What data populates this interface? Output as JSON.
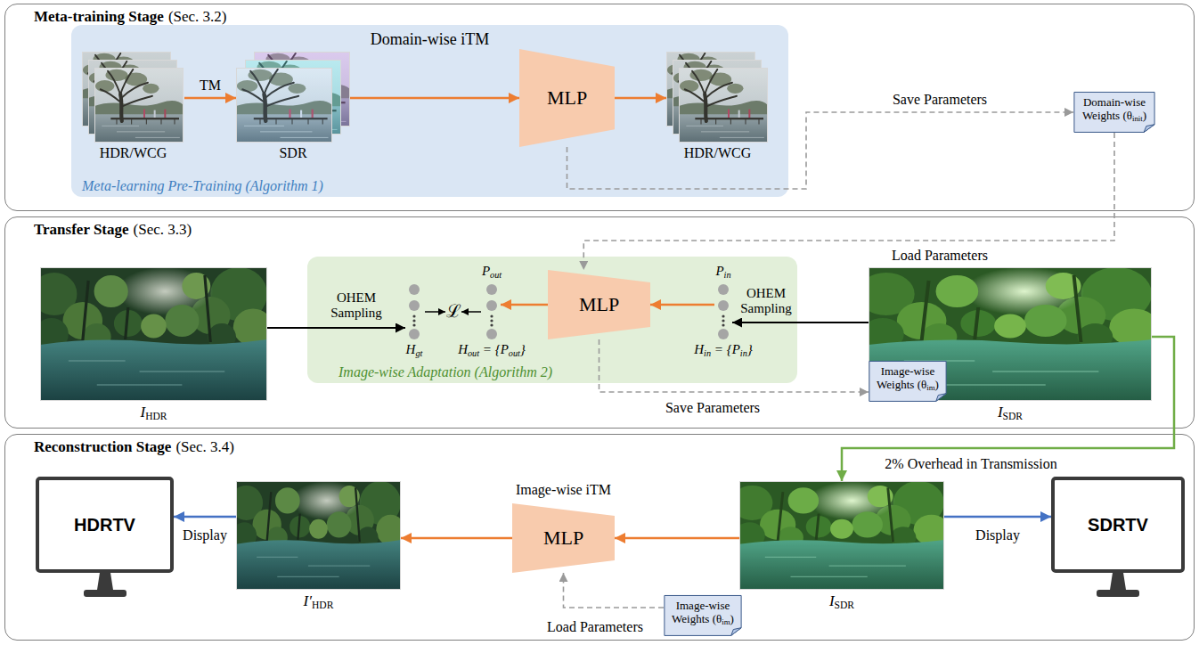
{
  "diagram": {
    "nodes": [
      {
        "text": [
          "Meta-training Stage",
          "(Sec. 3.2)"
        ]
      },
      {
        "text": [
          "Domain-wise iTM",
          "Meta-learning Pre-Training (Algorithm 1)"
        ],
        "in": 0
      },
      {
        "text": [
          "HDR/WCG"
        ],
        "in": 1
      },
      {
        "text": [
          "SDR"
        ],
        "in": 1
      },
      {
        "text": [
          "MLP"
        ],
        "in": 1
      },
      {
        "text": [
          "HDR/WCG"
        ],
        "in": 1
      },
      {
        "text": [
          "Domain-wise Weights (θinit)"
        ],
        "in": 0
      },
      {
        "text": [
          "Transfer Stage",
          "(Sec. 3.3)"
        ]
      },
      {
        "text": [
          "IHDR"
        ],
        "in": 7
      },
      {
        "text": [
          "Image-wise Adaptation (Algorithm 2)"
        ],
        "in": 7
      },
      {
        "text": [
          "Hgt"
        ],
        "in": 9
      },
      {
        "text": [
          "Pout",
          "Hout = {Pout}"
        ],
        "in": 9
      },
      {
        "text": [
          "MLP"
        ],
        "in": 9
      },
      {
        "text": [
          "Pin",
          "Hin = {Pin}"
        ],
        "in": 9
      },
      {
        "text": [
          "ISDR"
        ],
        "in": 7
      },
      {
        "text": [
          "Image-wise Weights (θim)"
        ],
        "in": 7
      },
      {
        "text": [
          "Reconstruction Stage",
          "(Sec. 3.4)"
        ]
      },
      {
        "text": [
          "HDRTV"
        ],
        "in": 16
      },
      {
        "text": [
          "I′HDR"
        ],
        "in": 16
      },
      {
        "text": [
          "Image-wise iTM",
          "MLP"
        ],
        "in": 16
      },
      {
        "text": [
          "ISDR"
        ],
        "in": 16
      },
      {
        "text": [
          "Image-wise Weights (θim)"
        ],
        "in": 16
      },
      {
        "text": [
          "SDRTV"
        ],
        "in": 16
      }
    ],
    "edges": [
      {
        "from": 2,
        "to": 3,
        "arrow": "to",
        "label": "TM"
      },
      {
        "from": 3,
        "to": 4,
        "arrow": "to"
      },
      {
        "from": 4,
        "to": 5,
        "arrow": "to"
      },
      {
        "from": 4,
        "to": 6,
        "arrow": "to",
        "label": "Save Parameters"
      },
      {
        "from": 6,
        "to": 12,
        "arrow": "to",
        "label": "Load Parameters"
      },
      {
        "from": 8,
        "to": 10,
        "arrow": "to",
        "label": "OHEM Sampling"
      },
      {
        "from": 12,
        "to": 11,
        "arrow": "to"
      },
      {
        "from": 13,
        "to": 12,
        "arrow": "to"
      },
      {
        "from": 14,
        "to": 13,
        "arrow": "to",
        "label": "OHEM Sampling"
      },
      {
        "from": 12,
        "to": 15,
        "arrow": "to",
        "label": "Save Parameters"
      },
      {
        "from": 14,
        "to": 20,
        "arrow": "to",
        "label": "2% Overhead in Transmission"
      },
      {
        "from": 20,
        "to": 19,
        "arrow": "to"
      },
      {
        "from": 19,
        "to": 18,
        "arrow": "to"
      },
      {
        "from": 18,
        "to": 17,
        "arrow": "to",
        "label": "Display"
      },
      {
        "from": 20,
        "to": 22,
        "arrow": "to",
        "label": "Display"
      },
      {
        "from": 21,
        "to": 19,
        "arrow": "to",
        "label": "Load Parameters"
      }
    ],
    "labels": [
      "ℒ"
    ]
  }
}
